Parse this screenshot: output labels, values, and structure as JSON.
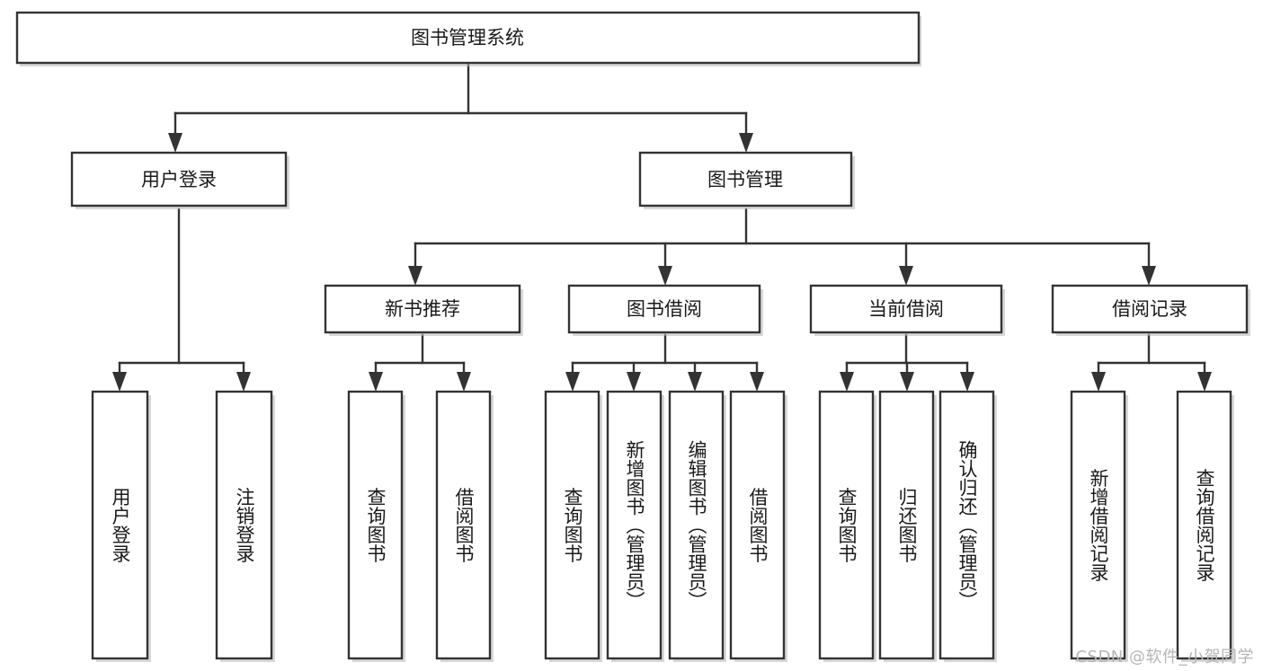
{
  "diagram": {
    "title": "图书管理系统",
    "type": "tree-hierarchy-chart",
    "watermark": "CSDN @软件_小贺同学",
    "colors": {
      "border": "#333333",
      "background": "#ffffff",
      "text": "#1a1a1a",
      "shadow": "#b8b8b8",
      "watermark": "#b5b5b5"
    },
    "root": {
      "label": "图书管理系统"
    },
    "level2": [
      {
        "label": "用户登录"
      },
      {
        "label": "图书管理"
      }
    ],
    "level3": [
      {
        "label": "新书推荐"
      },
      {
        "label": "图书借阅"
      },
      {
        "label": "当前借阅"
      },
      {
        "label": "借阅记录"
      }
    ],
    "leaves": {
      "user_login": [
        {
          "label": "用户登录"
        },
        {
          "label": "注销登录"
        }
      ],
      "new_book_recommend": [
        {
          "label": "查询图书"
        },
        {
          "label": "借阅图书"
        }
      ],
      "book_borrow": [
        {
          "label": "查询图书"
        },
        {
          "label": "新增图书（管理员）"
        },
        {
          "label": "编辑图书（管理员）"
        },
        {
          "label": "借阅图书"
        }
      ],
      "current_borrow": [
        {
          "label": "查询图书"
        },
        {
          "label": "归还图书"
        },
        {
          "label": "确认归还（管理员）"
        }
      ],
      "borrow_record": [
        {
          "label": "新增借阅记录"
        },
        {
          "label": "查询借阅记录"
        }
      ]
    }
  }
}
